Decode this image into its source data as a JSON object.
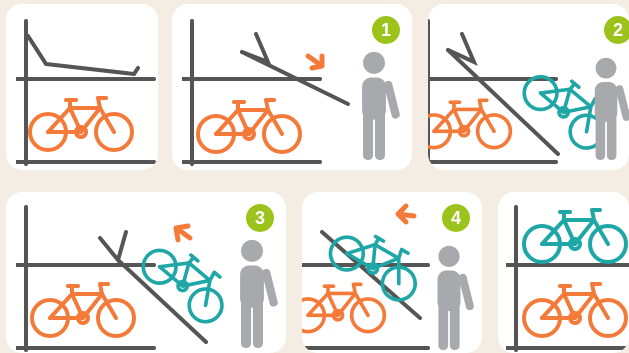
{
  "steps": [
    {
      "id": "intro",
      "label": ""
    },
    {
      "id": "step1",
      "label": "1"
    },
    {
      "id": "step2",
      "label": "2"
    },
    {
      "id": "step3",
      "label": "3"
    },
    {
      "id": "step4",
      "label": "4"
    },
    {
      "id": "final",
      "label": ""
    }
  ],
  "colors": {
    "background": "#f4ede3",
    "panel": "#ffffff",
    "rack": "#555555",
    "bike_parked": "#f47a3a",
    "bike_loading": "#1fa6a6",
    "person": "#a7a9ac",
    "arrow": "#f47a3a",
    "badge": "#9bc31c"
  },
  "icons": [
    "bicycle-icon",
    "person-icon",
    "arrow-icon",
    "rack-icon"
  ]
}
